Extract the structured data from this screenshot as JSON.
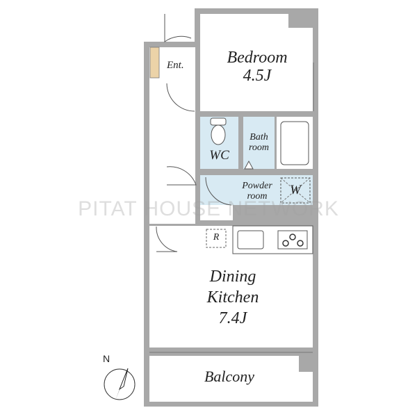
{
  "rooms": {
    "bedroom": {
      "name": "Bedroom",
      "size": "4.5J"
    },
    "entrance": "Ent.",
    "wc": "WC",
    "bath": {
      "line1": "Bath",
      "line2": "room"
    },
    "powder": {
      "line1": "Powder",
      "line2": "room"
    },
    "washer": "W",
    "fridge": "R",
    "dining": {
      "line1": "Dining",
      "line2": "Kitchen",
      "size": "7.4J"
    },
    "balcony": "Balcony"
  },
  "compass": "N",
  "watermark": "PITAT HOUSE NETWORK",
  "colors": {
    "wall": "#a8a8a8",
    "wet_area": "#d8eaf3",
    "shoe_box": "#ecd3a8",
    "line": "#555555"
  }
}
